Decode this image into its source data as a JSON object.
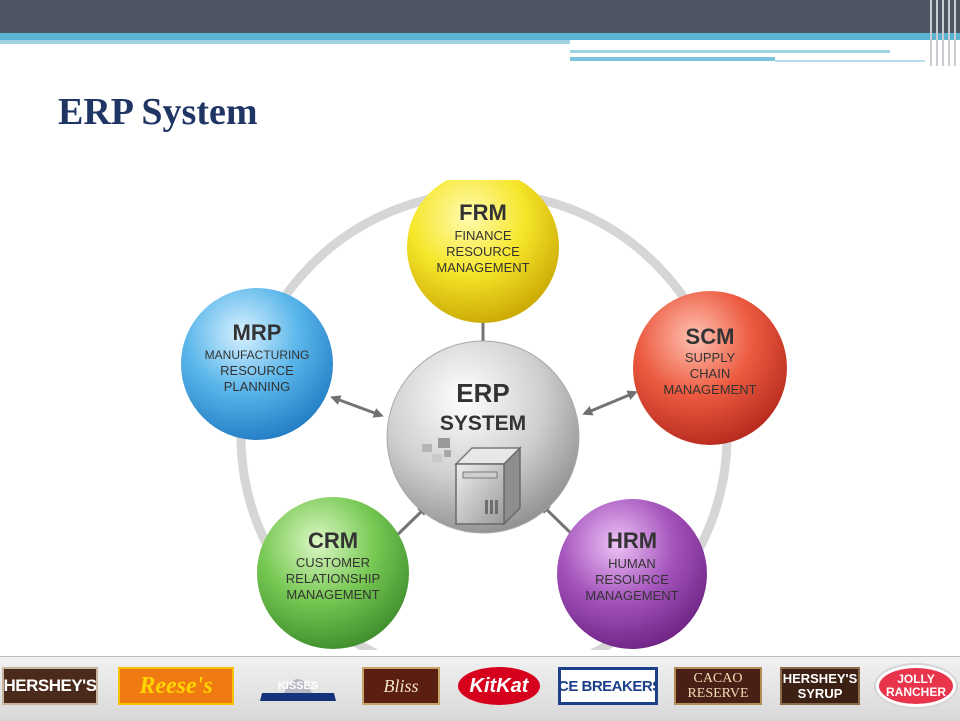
{
  "title": "ERP System",
  "diagram": {
    "center": {
      "line1": "ERP",
      "line2": "SYSTEM"
    },
    "nodes": [
      {
        "id": "frm",
        "abbr": "FRM",
        "lines": [
          "FINANCE",
          "RESOURCE",
          "MANAGEMENT"
        ],
        "color": "#f2e12b"
      },
      {
        "id": "scm",
        "abbr": "SCM",
        "lines": [
          "SUPPLY",
          "CHAIN",
          "MANAGEMENT"
        ],
        "color": "#e84d3a"
      },
      {
        "id": "hrm",
        "abbr": "HRM",
        "lines": [
          "HUMAN",
          "RESOURCE",
          "MANAGEMENT"
        ],
        "color": "#9546a8"
      },
      {
        "id": "crm",
        "abbr": "CRM",
        "lines": [
          "CUSTOMER",
          "RELATIONSHIP",
          "MANAGEMENT"
        ],
        "color": "#6cc24a"
      },
      {
        "id": "mrp",
        "abbr": "MRP",
        "lines": [
          "MANUFACTURING",
          "RESOURCE",
          "PLANNING"
        ],
        "color": "#4eaee6"
      }
    ],
    "connectors": "double-arrow"
  },
  "logos": {
    "hersheys": "HERSHEY'S",
    "reeses": "Reese's",
    "kisses": "KISSES",
    "bliss": "Bliss",
    "kitkat": "KitKat",
    "icebreakers": "ICE BREAKERS",
    "cacao_line1": "CACAO",
    "cacao_line2": "RESERVE",
    "syrup_line1": "HERSHEY'S",
    "syrup_line2": "SYRUP",
    "jolly_line1": "JOLLY",
    "jolly_line2": "RANCHER"
  }
}
